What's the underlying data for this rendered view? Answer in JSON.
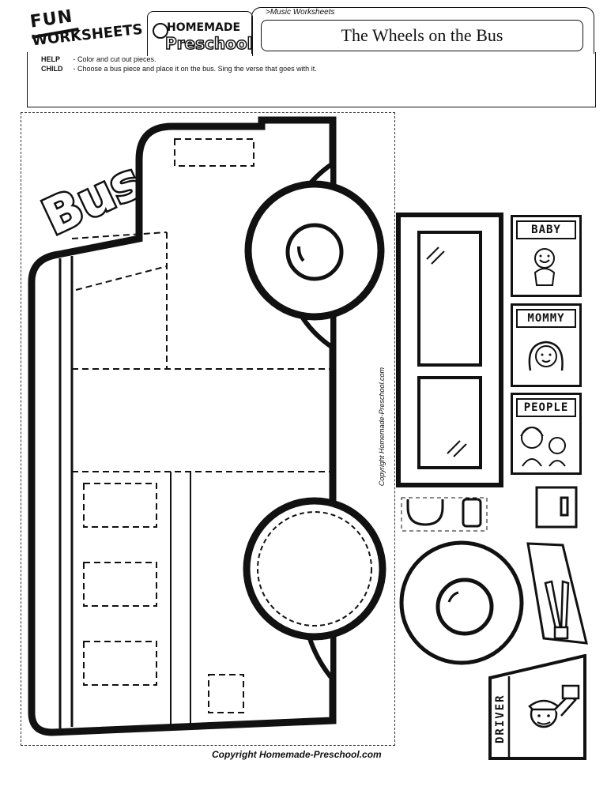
{
  "logo": {
    "fun": "FUN",
    "worksheets": "WORKSHEETS",
    "brand_line1": "HOMEMADE",
    "brand_line2": "Preschool"
  },
  "header": {
    "breadcrumb": ">Music Worksheets",
    "title": "The Wheels on the Bus",
    "help_label": "HELP",
    "help_text": " - Color and cut out pieces.",
    "child_label": "CHILD",
    "child_text": " - Choose a bus piece and place it on the bus.  Sing the verse that goes with it."
  },
  "bus": {
    "word": "Bus",
    "vertical_copyright": "Copyright Homemade-Preschool.com"
  },
  "pieces": {
    "baby": "BABY",
    "mommy": "MOMMY",
    "people": "PEOPLE",
    "driver": "DRIVER"
  },
  "footer": {
    "copyright": "Copyright Homemade-Preschool.com"
  }
}
